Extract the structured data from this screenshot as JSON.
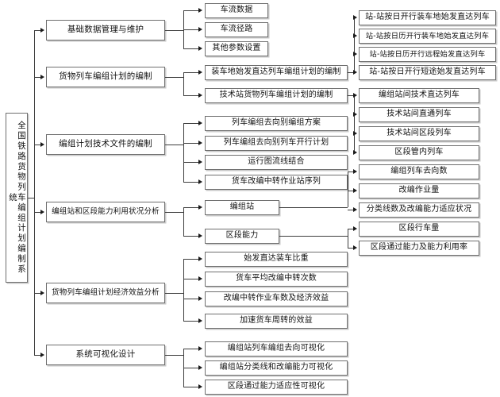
{
  "diagram": {
    "title": "全国铁路货物列车编组计划编制系统",
    "type": "tree-hierarchy",
    "orientation": "left-to-right",
    "root": {
      "id": "root",
      "label": "全国铁路货物列车编组计划编制系统",
      "orientation": "vertical-text"
    },
    "level2": [
      {
        "id": "l2-1",
        "label": "基础数据管理与维护"
      },
      {
        "id": "l2-2",
        "label": "货物列车编组计划的编制"
      },
      {
        "id": "l2-3",
        "label": "编组计划技术文件的编制"
      },
      {
        "id": "l2-4",
        "label": "编组站和区段能力利用状况分析"
      },
      {
        "id": "l2-5",
        "label": "货物列车编组计划经济效益分析"
      },
      {
        "id": "l2-6",
        "label": "系统可视化设计"
      }
    ],
    "level3": [
      {
        "id": "l3-1",
        "parent": "l2-1",
        "label": "车流数据"
      },
      {
        "id": "l3-2",
        "parent": "l2-1",
        "label": "车流径路"
      },
      {
        "id": "l3-3",
        "parent": "l2-1",
        "label": "其他参数设置"
      },
      {
        "id": "l3-4",
        "parent": "l2-2",
        "label": "装车地始发直达列车编组计划的编制"
      },
      {
        "id": "l3-5",
        "parent": "l2-2",
        "label": "技术站货物列车编组计划的编制"
      },
      {
        "id": "l3-6",
        "parent": "l2-3",
        "label": "列车编组去向别编组方案"
      },
      {
        "id": "l3-7",
        "parent": "l2-3",
        "label": "列车编组去向别列车开行计划"
      },
      {
        "id": "l3-8",
        "parent": "l2-3",
        "label": "运行图流线结合"
      },
      {
        "id": "l3-9",
        "parent": "l2-3",
        "label": "货车改编中转作业站序列"
      },
      {
        "id": "l3-10",
        "parent": "l2-4",
        "label": "编组站"
      },
      {
        "id": "l3-11",
        "parent": "l2-4",
        "label": "区段能力"
      },
      {
        "id": "l3-12",
        "parent": "l2-5",
        "label": "始发直达装车比重"
      },
      {
        "id": "l3-13",
        "parent": "l2-5",
        "label": "货车平均改编中转次数"
      },
      {
        "id": "l3-14",
        "parent": "l2-5",
        "label": "改编中转作业车数及经济效益"
      },
      {
        "id": "l3-15",
        "parent": "l2-5",
        "label": "加速货车周转的效益"
      },
      {
        "id": "l3-16",
        "parent": "l2-6",
        "label": "编组站列车编组去向可视化"
      },
      {
        "id": "l3-17",
        "parent": "l2-6",
        "label": "编组站分类线和改编能力可视化"
      },
      {
        "id": "l3-18",
        "parent": "l2-6",
        "label": "区段通过能力适应性可视化"
      }
    ],
    "level4": [
      {
        "id": "l4-1",
        "parent": "l3-4",
        "label": "站-站按日开行装车地始发直达列车"
      },
      {
        "id": "l4-2",
        "parent": "l3-4",
        "label": "站-站按日历开行装车地始发直达列车"
      },
      {
        "id": "l4-3",
        "parent": "l3-4",
        "label": "站-站按日历开行远程始发直达列车"
      },
      {
        "id": "l4-4",
        "parent": "l3-4",
        "label": "站-站按日开行短途始发直达列车"
      },
      {
        "id": "l4-5",
        "parent": "l3-5",
        "label": "编组站间技术直达列车"
      },
      {
        "id": "l4-6",
        "parent": "l3-5",
        "label": "技术站间直通列车"
      },
      {
        "id": "l4-7",
        "parent": "l3-5",
        "label": "技术站间区段列车"
      },
      {
        "id": "l4-8",
        "parent": "l3-5",
        "label": "区段管内列车"
      },
      {
        "id": "l4-9",
        "parent": "l3-10",
        "label": "编组列车去向数"
      },
      {
        "id": "l4-10",
        "parent": "l3-10",
        "label": "改编作业量"
      },
      {
        "id": "l4-11",
        "parent": "l3-10",
        "label": "分类线数及改编能力适应状况"
      },
      {
        "id": "l4-12",
        "parent": "l3-11",
        "label": "区段行车量"
      },
      {
        "id": "l4-13",
        "parent": "l3-11",
        "label": "区段通过能力及能力利用率"
      }
    ],
    "colors": {
      "box_border": "#6f6f6f",
      "box_shadow": "#c9c9c9",
      "box_fill": "#ffffff",
      "connector": "#3d3d3d",
      "text": "#111111",
      "background": "#ffffff"
    }
  }
}
